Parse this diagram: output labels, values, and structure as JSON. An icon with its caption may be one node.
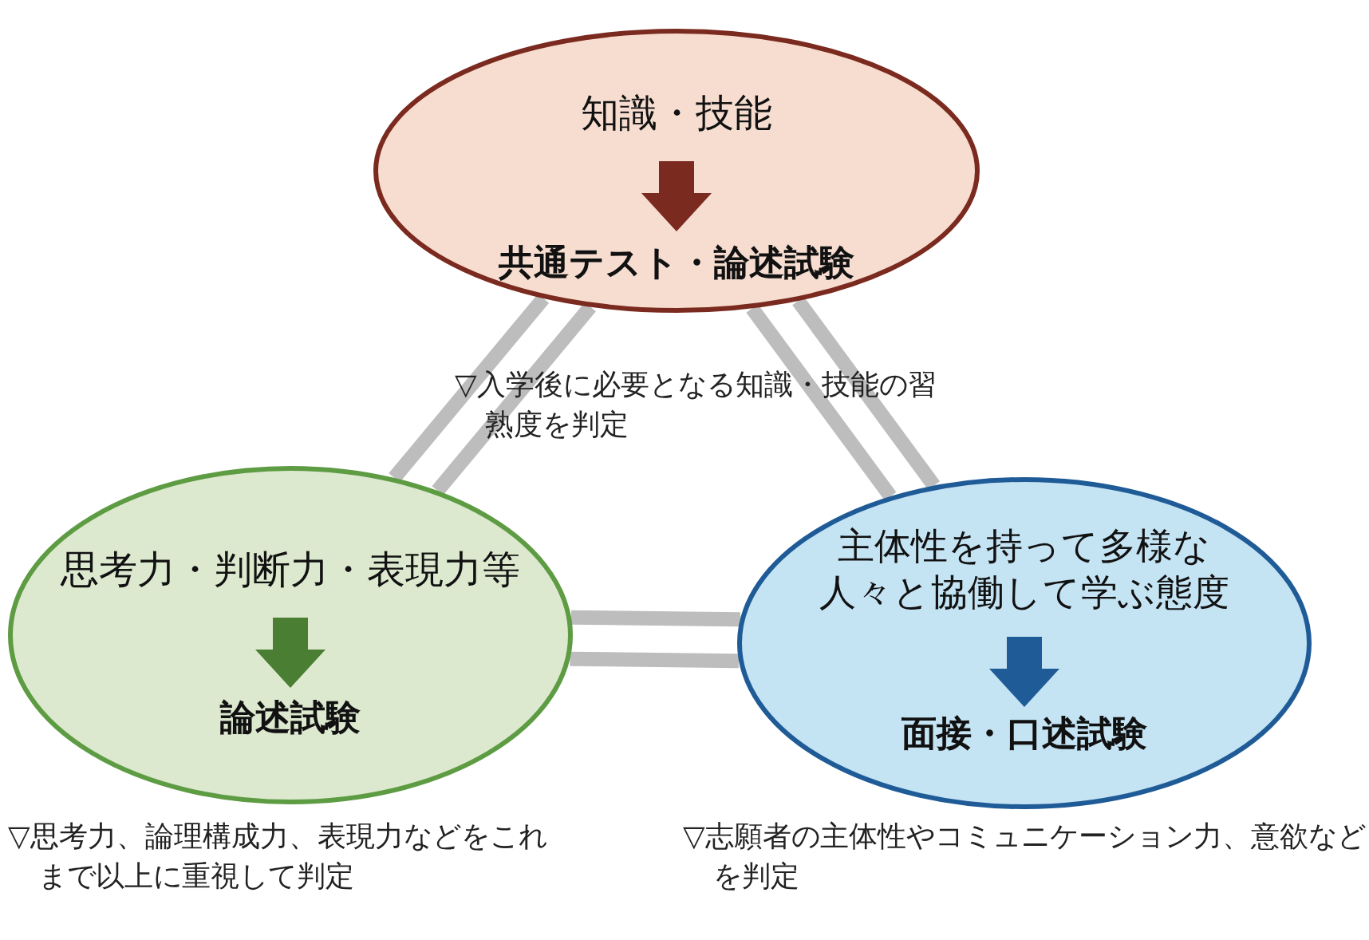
{
  "diagram": {
    "nodes": [
      {
        "text": [
          "知識・技能",
          "共通テスト・論述試験"
        ]
      },
      {
        "text": [
          "思考力・判断力・表現力等",
          "論述試験"
        ],
        "beside": [
          "▽思考力、論理構成力、表現力などをこれまで以上に重視して判定"
        ]
      },
      {
        "text": [
          "主体性を持って多様な人々と協働して学ぶ態度",
          "面接・口述試験"
        ],
        "beside": [
          "▽志願者の主体性やコミュニケーション力、意欲などを判定"
        ]
      }
    ],
    "edges": [
      {
        "from": 0,
        "to": 1,
        "arrow": "none"
      },
      {
        "from": 0,
        "to": 1,
        "arrow": "none"
      },
      {
        "from": 0,
        "to": 2,
        "arrow": "none"
      },
      {
        "from": 0,
        "to": 2,
        "arrow": "none"
      },
      {
        "from": 1,
        "to": 2,
        "arrow": "none"
      },
      {
        "from": 1,
        "to": 2,
        "arrow": "none"
      }
    ],
    "labels": [
      "▽入学後に必要となる知識・技能の習熟度を判定"
    ]
  }
}
